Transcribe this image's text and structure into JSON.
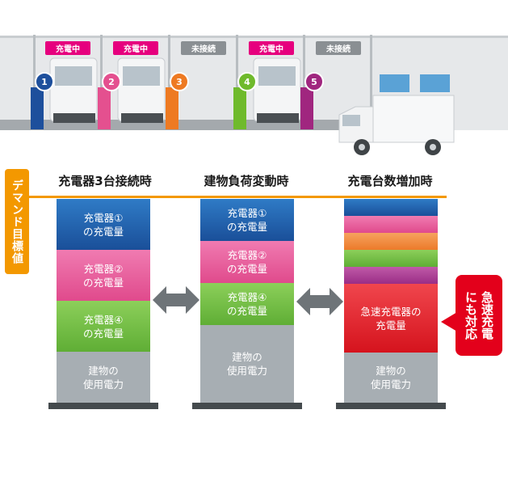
{
  "depot": {
    "bays": [
      {
        "sign": "充電中",
        "number": "1",
        "status_color": "#e6007e",
        "circle_color": "#1d4f9c"
      },
      {
        "sign": "充電中",
        "number": "2",
        "status_color": "#e6007e",
        "circle_color": "#e4508f"
      },
      {
        "sign": "未接続",
        "number": "3",
        "status_color": "#8a8f93",
        "circle_color": "#ee7a22"
      },
      {
        "sign": "充電中",
        "number": "4",
        "status_color": "#e6007e",
        "circle_color": "#6fba2c"
      },
      {
        "sign": "未接続",
        "number": "5",
        "status_color": "#8a8f93",
        "circle_color": "#a0267f"
      }
    ]
  },
  "demand_label": "デマンド目標値",
  "scenarios": [
    {
      "title": "充電器3台接続時",
      "segments": [
        {
          "label": "充電器①\nの充電量",
          "color": "#1c5fae"
        },
        {
          "label": "充電器②\nの充電量",
          "color": "#e85a9a"
        },
        {
          "label": "充電器④\nの充電量",
          "color": "#72c043"
        },
        {
          "label": "建物の\n使用電力",
          "color": "#a7aeb3"
        }
      ]
    },
    {
      "title": "建物負荷変動時",
      "segments": [
        {
          "label": "充電器①\nの充電量",
          "color": "#1c5fae"
        },
        {
          "label": "充電器②\nの充電量",
          "color": "#e85a9a"
        },
        {
          "label": "充電器④\nの充電量",
          "color": "#72c043"
        },
        {
          "label": "建物の\n使用電力",
          "color": "#a7aeb3"
        }
      ]
    },
    {
      "title": "充電台数増加時",
      "segments": [
        {
          "label": "",
          "color": "#1c5fae"
        },
        {
          "label": "",
          "color": "#e85a9a"
        },
        {
          "label": "",
          "color": "#f08a3c"
        },
        {
          "label": "",
          "color": "#72c043"
        },
        {
          "label": "",
          "color": "#a73b8f"
        },
        {
          "label": "急速充電器の\n充電量",
          "color": "#e0202a"
        },
        {
          "label": "建物の\n使用電力",
          "color": "#a7aeb3"
        }
      ]
    }
  ],
  "callout": "急速充電\nにも対応",
  "colors": {
    "demand_line": "#f39800",
    "arrow": "#6e7478",
    "callout_bg": "#e3001b",
    "base": "#444a4d"
  }
}
